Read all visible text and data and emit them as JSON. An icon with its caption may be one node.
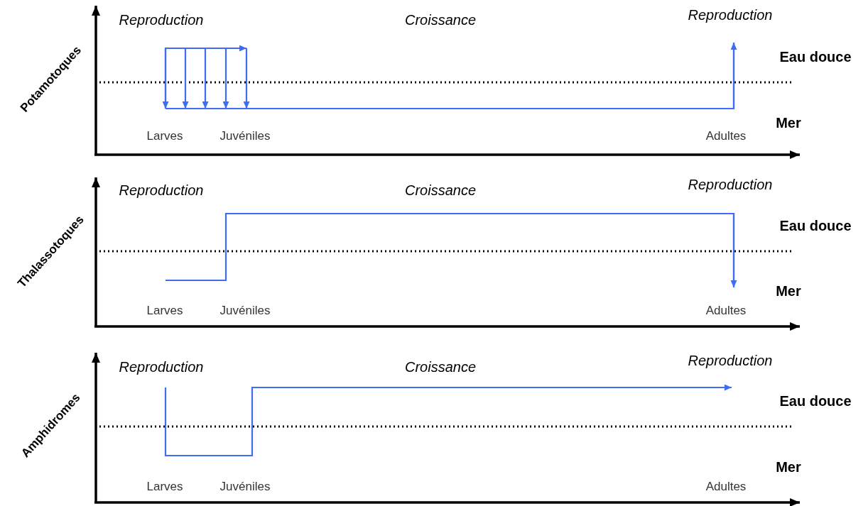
{
  "diagram": {
    "labels": [
      "Reproduction",
      "Croissance",
      "Reproduction",
      "Potamotoques",
      "Eau douce",
      "Mer",
      "Larves",
      "Juvéniles",
      "Adultes",
      "Reproduction",
      "Croissance",
      "Reproduction",
      "Thalassotoques",
      "Eau douce",
      "Mer",
      "Larves",
      "Juvéniles",
      "Adultes",
      "Reproduction",
      "Croissance",
      "Reproduction",
      "Amphidromes",
      "Eau douce",
      "Mer",
      "Larves",
      "Juvéniles",
      "Adultes"
    ]
  }
}
